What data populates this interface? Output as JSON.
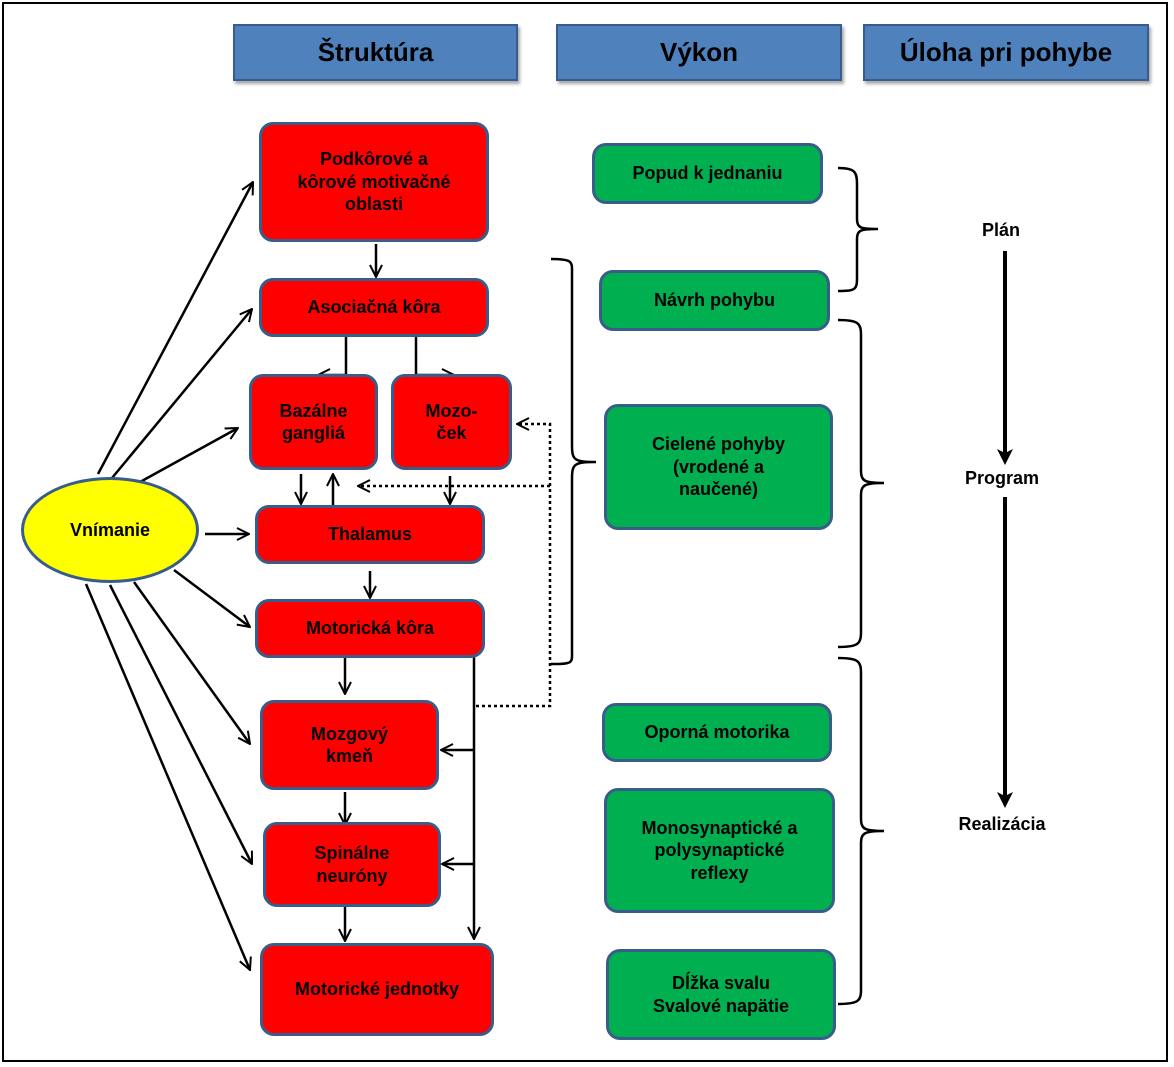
{
  "headers": {
    "structure": "Štruktúra",
    "performance": "Výkon",
    "role": "Úloha pri pohybe"
  },
  "structures": {
    "motivation": "Podkôrové a\nkôrové motivačné\noblasti",
    "association_cortex": "Asociačná kôra",
    "basal_ganglia": "Bazálne\ngangliá",
    "cerebellum": "Mozo-\nček",
    "thalamus": "Thalamus",
    "motor_cortex": "Motorická kôra",
    "brainstem": "Mozgový\nkmeň",
    "spinal_neurons": "Spinálne\nneuróny",
    "motor_units": "Motorické jednotky"
  },
  "perception": "Vnímanie",
  "performance": {
    "drive": "Popud k jednaniu",
    "design": "Návrh pohybu",
    "targeted": "Cielené pohyby\n(vrodené a\nnaučené)",
    "support": "Oporná motorika",
    "reflexes": "Monosynaptické a\npolysynaptické\nreflexy",
    "muscle": "Dĺžka svalu\nSvalové napätie"
  },
  "roles": {
    "plan": "Plán",
    "program": "Program",
    "realization": "Realizácia"
  },
  "colors": {
    "header": "#4f81bd",
    "structure_box": "#ff0000",
    "performance_box": "#00b050",
    "perception": "#ffff00",
    "border": "#385d8a"
  }
}
